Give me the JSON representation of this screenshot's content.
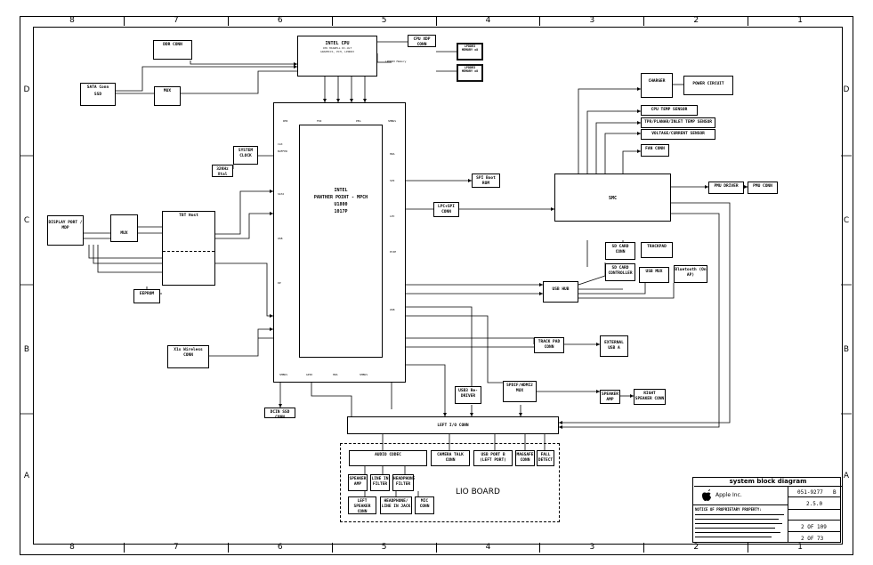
{
  "zones": {
    "columns": [
      "8",
      "7",
      "6",
      "5",
      "4",
      "3",
      "2",
      "1"
    ],
    "rows": [
      "D",
      "C",
      "B",
      "A"
    ]
  },
  "blocks": {
    "ddr_conn": "DDR CONN",
    "sata_conn": "SATA Conn",
    "sata_ssd": "SSD",
    "mux_top": "MUX",
    "intel_cpu": "INTEL CPU",
    "cpu_sub1": "CPU HASWELL DC-ULT",
    "cpu_sub2": "GRAPHICS, PCH, LPDDR3",
    "cpu_xdp": "CPU XDP CONN",
    "memory_a": "LPDDR3 MEMORY x8",
    "memory_b": "LPDDR3 MEMORY x8",
    "mem_note": "LPDDR3 Memory",
    "system_clock": "SYSTEM CLOCK",
    "xtal": "32KHz Xtal",
    "pch": "INTEL",
    "pch2": "PANTHER POINT - MPCH",
    "pch3": "U1800",
    "pch4": "1017P",
    "spi": "SPI",
    "boot_rom": "SPI Boot ROM",
    "lpc_spi": "LPC+SPI CONN",
    "smc": "SMC",
    "charger": "CHARGER",
    "power_circuit": "POWER CIRCUIT",
    "cpu_temp": "CPU TEMP SENSOR",
    "tpr_temp": "TPR/PLANAR/INLET TEMP SENSOR",
    "voltage": "VOLTAGE/CURRENT SENSOR",
    "fan": "FAN CONN",
    "pmu_driver": "PMU DRIVER",
    "pmu_conn": "PMU CONN",
    "display_port": "DISPLAY PORT / MDP",
    "mux_c": "MUX",
    "tbt": "TBT Host",
    "eeprom": "EEPROM",
    "sd_conn": "SD CARD CONN",
    "sd_ctrl": "SD CARD CONTROLLER",
    "trackpad": "TRACKPAD",
    "usb_mux": "USB MUX",
    "bluetooth": "Bluetooth (On AP)",
    "usb_hub": "USB HUB",
    "wireless": "X1x Wireless CONN",
    "trackpad_conn": "TRACK PAD CONN",
    "ext_usb": "EXTERNAL USB A",
    "usb3_redriver": "USB3 Re-DRIVER",
    "hdmi_mux": "SPDIF/HDMI2 MUX",
    "speaker_amp": "SPEAKER AMP",
    "right_speaker": "RIGHT SPEAKER CONN",
    "dcin": "DCIN SSD CONN",
    "left_io": "LEFT I/O CONN",
    "audio_codec": "AUDIO CODEC",
    "camera": "CAMERA TALK CONN",
    "usb_port_b": "USB PORT B (LEFT PORT)",
    "magsafe": "MAGSAFE CONN",
    "fall_detect": "FALL DETECT",
    "spk_amp2": "SPEAKER AMP",
    "line_in": "LINE IN FILTER",
    "headphone": "HEADPHONE FILTER",
    "left_speaker": "LEFT SPEAKER CONN",
    "headphone_jack": "HEADPHONE/ LINE IN JACK",
    "mic_conn": "MIC CONN",
    "lio_board": "LIO BOARD"
  },
  "pch_ports": {
    "top": [
      "DMI",
      "FDI",
      "PEG",
      "SMBUS"
    ],
    "left": [
      "CLK",
      "BUFFER",
      "SATA",
      "USB",
      "DP"
    ],
    "right": [
      "HDA",
      "SPI",
      "LPC",
      "PCIE",
      "USB"
    ],
    "bottom": [
      "SMBUS",
      "GPIO",
      "HDA",
      "SMBUS"
    ]
  },
  "title_block": {
    "drawing_title": "system block diagram",
    "company": "Apple Inc.",
    "drawing_number": "051-9277",
    "revision": "2.5.0",
    "rev_letter": "B",
    "page": "2 OF 109",
    "sheet": "2 OF 73",
    "notice_heading": "NOTICE OF PROPRIETARY PROPERTY:"
  }
}
